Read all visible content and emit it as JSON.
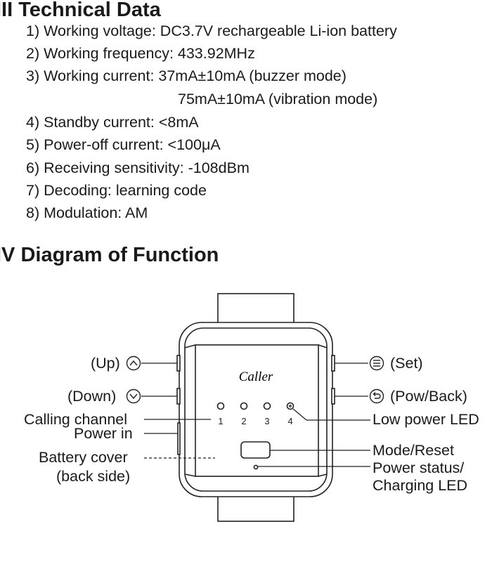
{
  "section3": {
    "title": "III Technical Data",
    "items": [
      {
        "text": "1) Working voltage: DC3.7V rechargeable Li-ion battery"
      },
      {
        "text": "2) Working frequency: 433.92MHz"
      },
      {
        "text": "3) Working current: 37mA±10mA (buzzer mode)"
      },
      {
        "text": "75mA±10mA (vibration mode)"
      },
      {
        "text": "4) Standby current: <8mA"
      },
      {
        "text": "5) Power-off current: <100μA"
      },
      {
        "text": "6) Receiving sensitivity: -108dBm"
      },
      {
        "text": "7) Decoding: learning code"
      },
      {
        "text": "8) Modulation: AM"
      }
    ]
  },
  "section4": {
    "title": "IV Diagram of Function",
    "device": {
      "brand": "Caller",
      "channels": [
        "1",
        "2",
        "3",
        "4"
      ]
    },
    "labels": {
      "up": "(Up)",
      "down": "(Down)",
      "calling_channel": "Calling channel",
      "power_in": "Power in",
      "battery_cover": "Battery cover",
      "battery_cover_sub": "(back side)",
      "set": "(Set)",
      "pow_back": "(Pow/Back)",
      "low_power_led": "Low power LED",
      "mode_reset": "Mode/Reset",
      "power_status": "Power status/",
      "charging_led": "Charging LED"
    },
    "icons": {
      "up": "chevron-up-circle-icon",
      "down": "chevron-down-circle-icon",
      "set": "menu-circle-icon",
      "pow_back": "back-arrow-circle-icon"
    }
  }
}
